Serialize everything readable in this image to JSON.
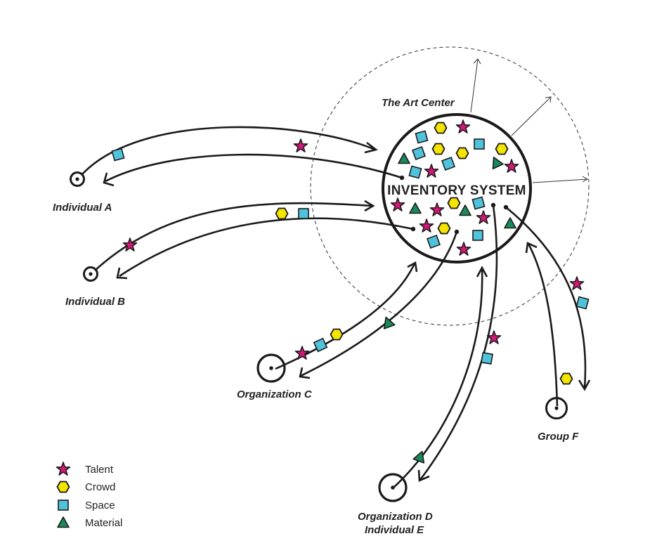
{
  "diagram": {
    "zone_label": "The Art Center",
    "core_label": "INVENTORY SYSTEM",
    "nodes": {
      "individual_a": "Individual A",
      "individual_b": "Individual B",
      "organization_c": "Organization C",
      "organization_d_line1": "Organization D",
      "organization_d_line2": "Individual E",
      "group_f": "Group F"
    }
  },
  "legend": [
    {
      "icon": "star-icon",
      "label": "Talent",
      "color": "#d4187a"
    },
    {
      "icon": "hexagon-icon",
      "label": "Crowd",
      "color": "#f5e400"
    },
    {
      "icon": "square-icon",
      "label": "Space",
      "color": "#4fc3dc"
    },
    {
      "icon": "triangle-icon",
      "label": "Material",
      "color": "#1a8a5a"
    }
  ]
}
